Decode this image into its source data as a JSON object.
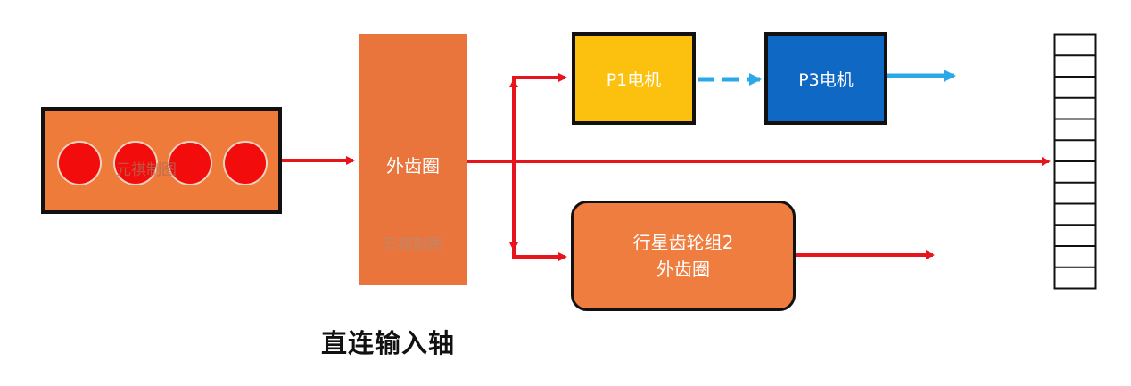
{
  "colors": {
    "arrow_red": "#e8141b",
    "arrow_blue": "#2ba8e8",
    "engine_orange": "#ef7b3a",
    "cylinder_red": "#f20c0c",
    "p1_yellow": "#fcc10f",
    "p3_blue": "#0f68c4"
  },
  "engine": {
    "watermark": "元祺制图",
    "cylinder_count": 4
  },
  "ring_gear": {
    "label": "外齿圈",
    "watermark": "元祺制图"
  },
  "p1_motor": {
    "label": "P1电机"
  },
  "p3_motor": {
    "label": "P3电机"
  },
  "planetary": {
    "line1": "行星齿轮组2",
    "line2": "外齿圈"
  },
  "caption": "直连输入轴",
  "wheel": {
    "segments": 12
  }
}
